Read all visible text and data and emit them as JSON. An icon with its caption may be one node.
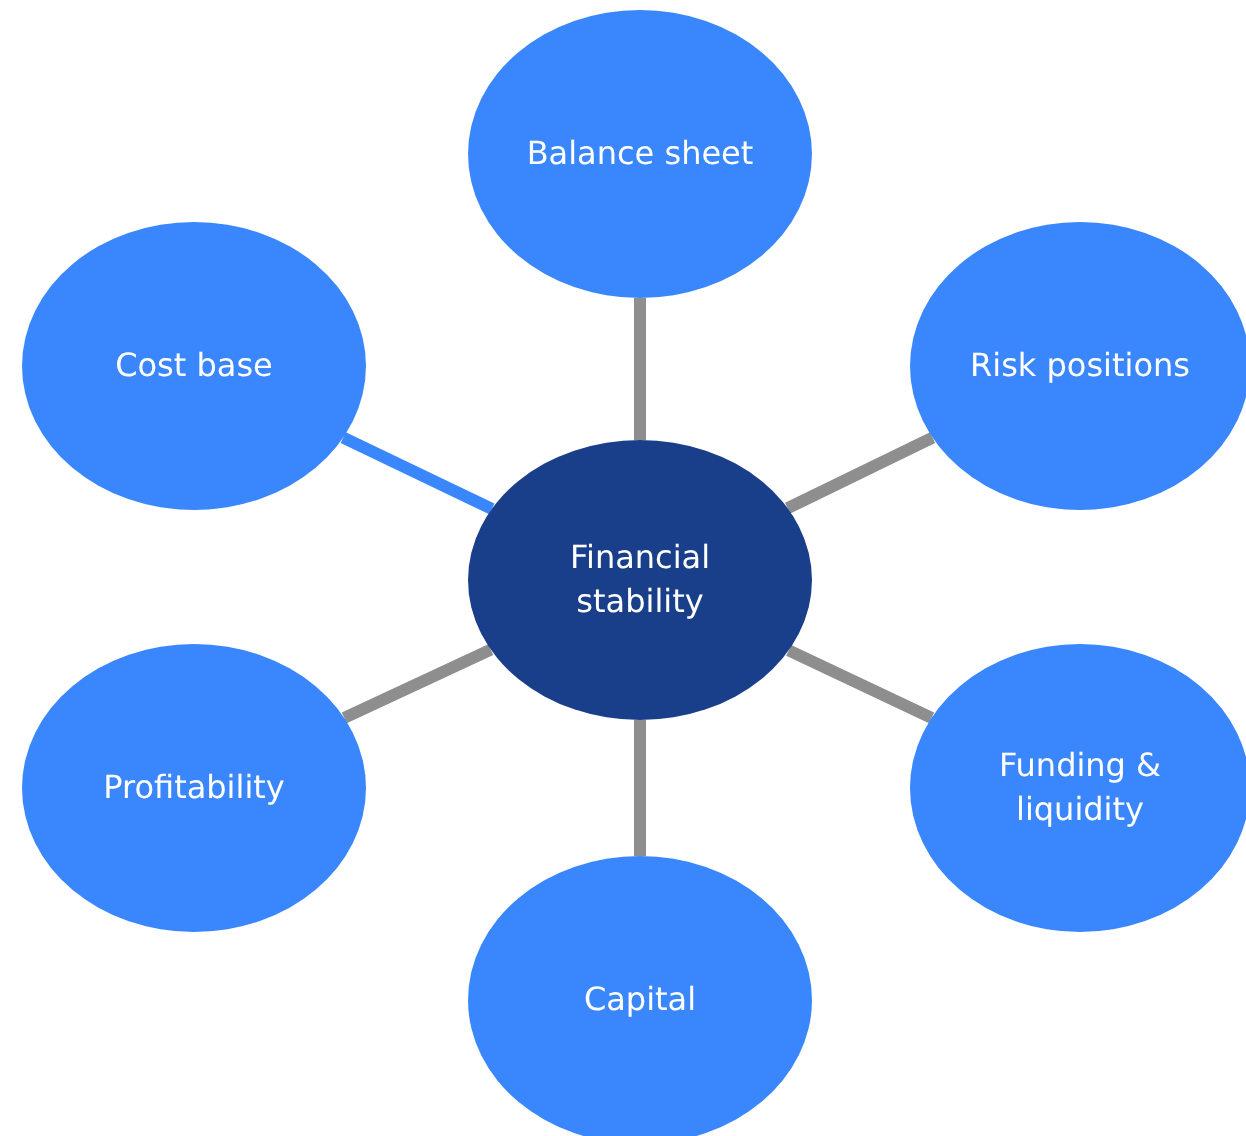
{
  "diagram": {
    "nodes": [
      {
        "text": [
          "Balance sheet"
        ]
      },
      {
        "text": [
          "Cost base"
        ]
      },
      {
        "text": [
          "Risk positions"
        ]
      },
      {
        "text": [
          "Financial stability"
        ]
      },
      {
        "text": [
          "Profitability"
        ]
      },
      {
        "text": [
          "Funding & liquidity"
        ]
      },
      {
        "text": [
          "Capital"
        ]
      }
    ],
    "edges": [
      {
        "from": 3,
        "to": 0,
        "arrow": "none"
      },
      {
        "from": 3,
        "to": 1,
        "arrow": "none",
        "color": "#3a87fd"
      },
      {
        "from": 3,
        "to": 2,
        "arrow": "none"
      },
      {
        "from": 3,
        "to": 4,
        "arrow": "none"
      },
      {
        "from": 3,
        "to": 5,
        "arrow": "none"
      },
      {
        "from": 3,
        "to": 6,
        "arrow": "none"
      }
    ]
  }
}
